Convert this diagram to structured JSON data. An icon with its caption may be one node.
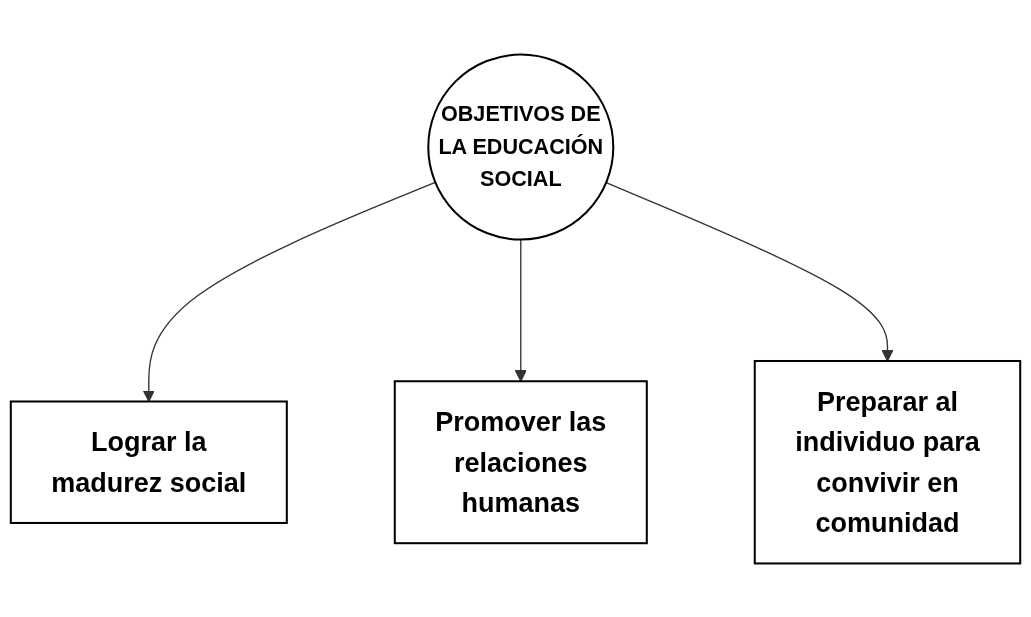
{
  "diagram": {
    "nodes": [
      {
        "text": [
          "OBJETIVOS DE LA EDUCACIÓN SOCIAL"
        ]
      },
      {
        "text": [
          "Lograr la madurez social"
        ]
      },
      {
        "text": [
          "Promover las relaciones humanas"
        ]
      },
      {
        "text": [
          "Preparar al individuo para convivir en comunidad"
        ]
      }
    ],
    "edges": [
      {
        "from": 0,
        "to": 1,
        "arrow": "to"
      },
      {
        "from": 0,
        "to": 2,
        "arrow": "to"
      },
      {
        "from": 0,
        "to": 3,
        "arrow": "to"
      }
    ]
  }
}
